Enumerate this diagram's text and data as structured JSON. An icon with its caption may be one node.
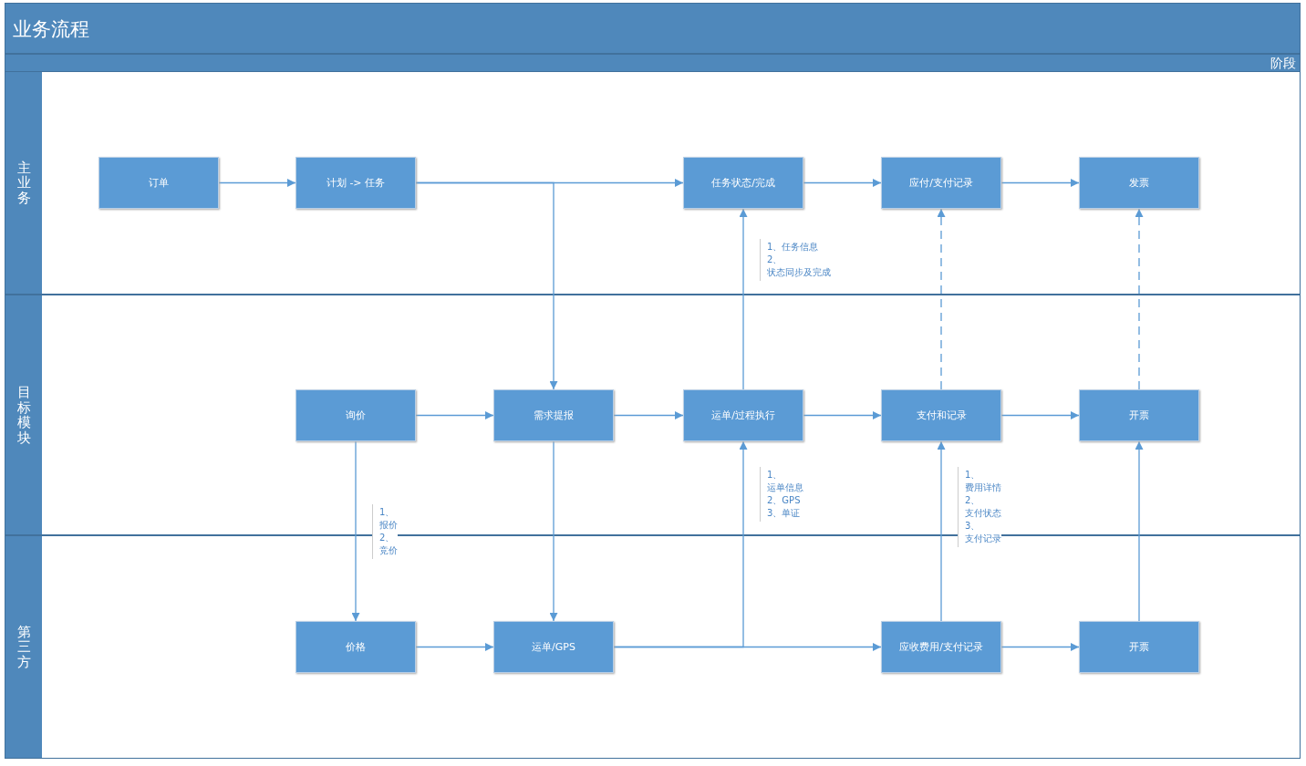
{
  "diagram": {
    "title": "业务流程",
    "nodes": [
      {
        "text": [
          "主业务"
        ]
      },
      {
        "text": [
          "订单"
        ],
        "in": 0
      },
      {
        "text": [
          "计划 -> 任务"
        ],
        "in": 0
      },
      {
        "text": [
          "任务状态/完成"
        ],
        "in": 0
      },
      {
        "text": [
          "应付/支付记录"
        ],
        "in": 0
      },
      {
        "text": [
          "发票"
        ],
        "in": 0
      },
      {
        "text": [
          "目标模块"
        ]
      },
      {
        "text": [
          "询价"
        ],
        "in": 6
      },
      {
        "text": [
          "需求提报"
        ],
        "in": 6
      },
      {
        "text": [
          "运单/过程执行"
        ],
        "in": 6
      },
      {
        "text": [
          "支付和记录"
        ],
        "in": 6
      },
      {
        "text": [
          "开票"
        ],
        "in": 6
      },
      {
        "text": [
          "第三方"
        ]
      },
      {
        "text": [
          "价格"
        ],
        "in": 12
      },
      {
        "text": [
          "运单/GPS"
        ],
        "in": 12
      },
      {
        "text": [
          "应收费用/支付记录"
        ],
        "in": 12
      },
      {
        "text": [
          "开票"
        ],
        "in": 12
      }
    ],
    "edges": [
      {
        "from": 1,
        "to": 2,
        "arrow": "to"
      },
      {
        "from": 2,
        "to": 3,
        "arrow": "to"
      },
      {
        "from": 2,
        "to": 8,
        "arrow": "to"
      },
      {
        "from": 3,
        "to": 4,
        "arrow": "to"
      },
      {
        "from": 4,
        "to": 5,
        "arrow": "to"
      },
      {
        "from": 9,
        "to": 3,
        "arrow": "to",
        "label": "1、任务信息 2、状态同步及完成"
      },
      {
        "from": 10,
        "to": 4,
        "arrow": "to",
        "style": "dashed"
      },
      {
        "from": 11,
        "to": 5,
        "arrow": "to",
        "style": "dashed"
      },
      {
        "from": 7,
        "to": 8,
        "arrow": "to"
      },
      {
        "from": 8,
        "to": 9,
        "arrow": "to"
      },
      {
        "from": 9,
        "to": 10,
        "arrow": "to"
      },
      {
        "from": 10,
        "to": 11,
        "arrow": "to"
      },
      {
        "from": 7,
        "to": 13,
        "arrow": "to",
        "label": "1、报价 2、竞价"
      },
      {
        "from": 8,
        "to": 14,
        "arrow": "to"
      },
      {
        "from": 13,
        "to": 14,
        "arrow": "to"
      },
      {
        "from": 14,
        "to": 9,
        "arrow": "to",
        "label": "1、运单信息 2、GPS 3、单证"
      },
      {
        "from": 14,
        "to": 15,
        "arrow": "to"
      },
      {
        "from": 15,
        "to": 10,
        "arrow": "to",
        "label": "1、费用详情 2、支付状态 3、支付记录"
      },
      {
        "from": 15,
        "to": 16,
        "arrow": "to"
      },
      {
        "from": 16,
        "to": 11,
        "arrow": "to"
      }
    ],
    "labels": [
      "阶段"
    ]
  }
}
